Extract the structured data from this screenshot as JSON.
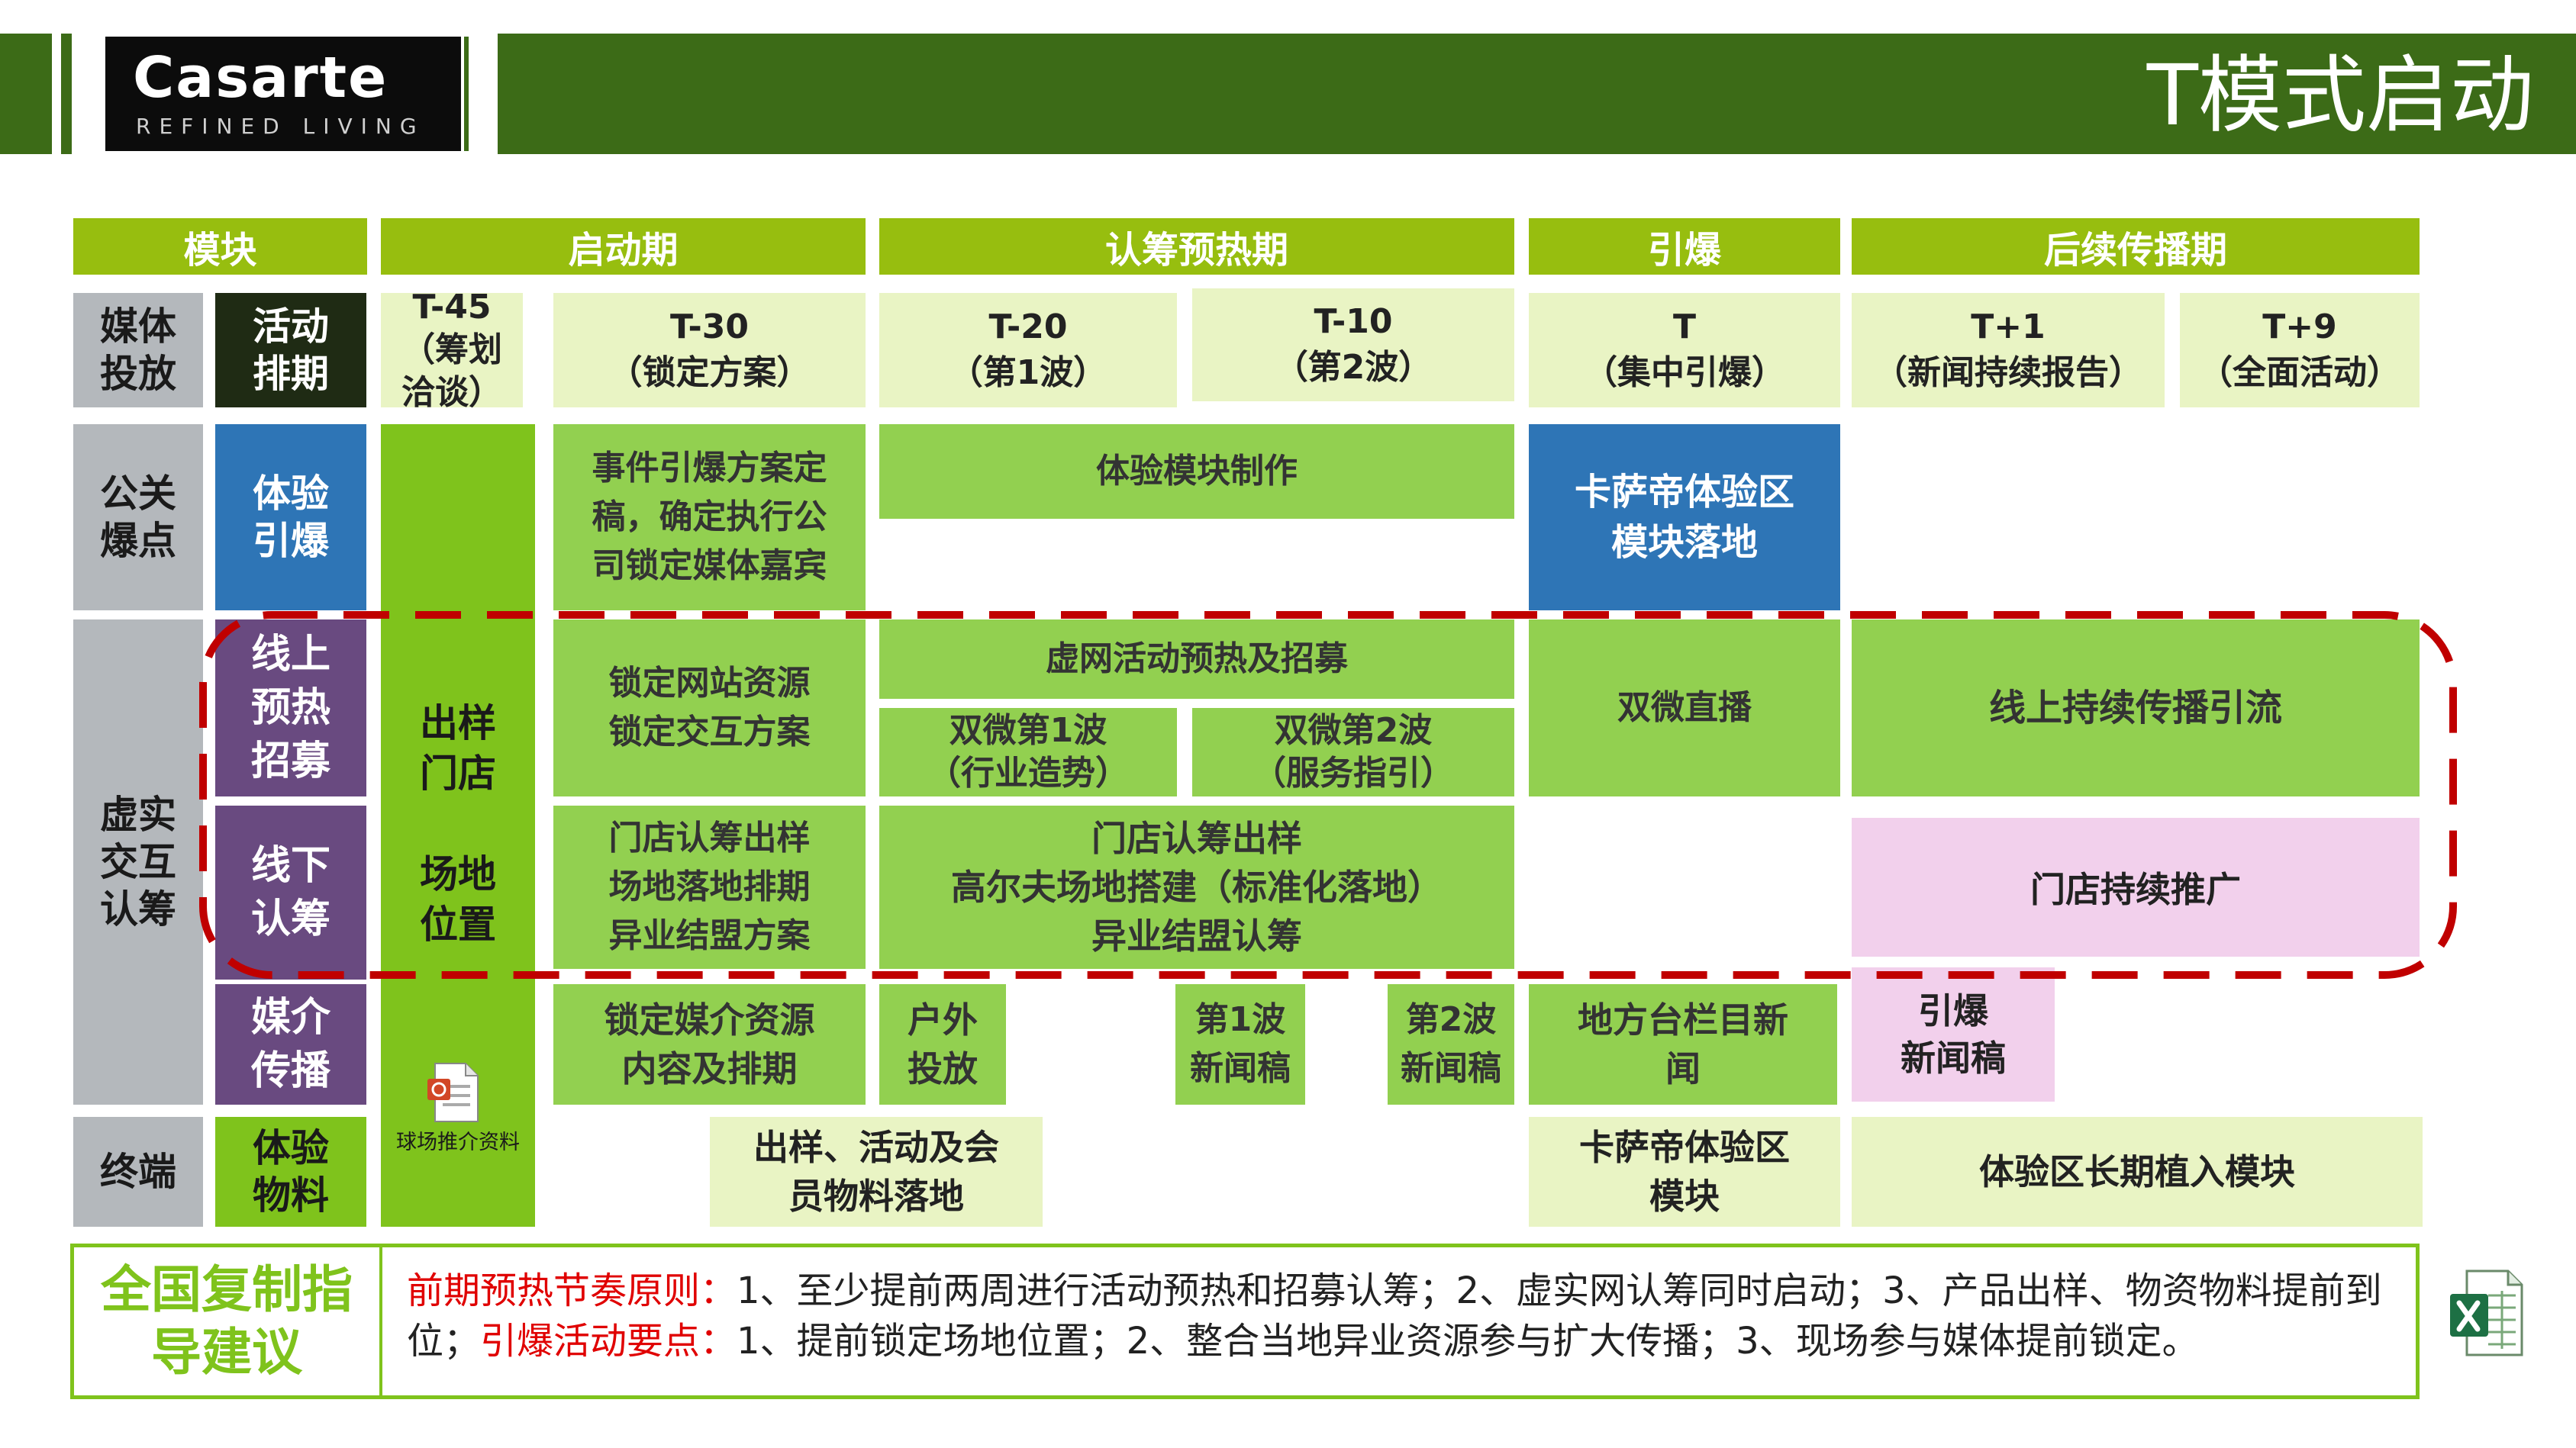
{
  "header": {
    "logo_text": "Casarte",
    "logo_tagline": "REFINED LIVING",
    "title": "T模式启动"
  },
  "phases": {
    "module": "模块",
    "launch": "启动期",
    "preheat": "认筹预热期",
    "ignite": "引爆",
    "spread": "后续传播期"
  },
  "row_groups": {
    "media": [
      "媒体",
      "投放"
    ],
    "pr": [
      "公关",
      "爆点"
    ],
    "virtual": [
      "虚实",
      "交互",
      "认筹"
    ],
    "terminal": "终端"
  },
  "row_labels": {
    "schedule": [
      "活动",
      "排期"
    ],
    "experience": [
      "体验",
      "引爆"
    ],
    "online": [
      "线上",
      "预热",
      "招募"
    ],
    "offline": [
      "线下",
      "认筹"
    ],
    "media_spread": [
      "媒介",
      "传播"
    ],
    "material": [
      "体验",
      "物料"
    ]
  },
  "timeline": {
    "t45": [
      "T-45",
      "（筹划",
      "洽谈）"
    ],
    "t30": [
      "T-30",
      "（锁定方案）"
    ],
    "t20": [
      "T-20",
      "（第1波）"
    ],
    "t10": [
      "T-10",
      "（第2波）"
    ],
    "t": [
      "T",
      "（集中引爆）"
    ],
    "t1": [
      "T+1",
      "（新闻持续报告）"
    ],
    "t9": [
      "T+9",
      "（全面活动）"
    ]
  },
  "store": {
    "lines": [
      "出样",
      "门店",
      "",
      "场地",
      "位置"
    ],
    "file_label": "球场推介资料"
  },
  "cells": {
    "pr_plan": [
      "事件引爆方案定",
      "稿，确定执行公",
      "司锁定媒体嘉宾"
    ],
    "pr_module": "体验模块制作",
    "pr_landing": [
      "卡萨帝体验区",
      "模块落地"
    ],
    "online_lock": [
      "锁定网站资源",
      "锁定交互方案"
    ],
    "online_recruit": "虚网活动预热及招募",
    "online_wave1": [
      "双微第1波",
      "（行业造势）"
    ],
    "online_wave2": [
      "双微第2波",
      "（服务指引）"
    ],
    "online_live": "双微直播",
    "online_spread": "线上持续传播引流",
    "offline_plan": [
      "门店认筹出样",
      "场地落地排期",
      "异业结盟方案"
    ],
    "offline_exec": [
      "门店认筹出样",
      "高尔夫场地搭建（标准化落地）",
      "异业结盟认筹"
    ],
    "offline_store": "门店持续推广",
    "media_lock": [
      "锁定媒介资源",
      "内容及排期"
    ],
    "media_outdoor": [
      "户外",
      "投放"
    ],
    "media_news1": [
      "第1波",
      "新闻稿"
    ],
    "media_news2": [
      "第2波",
      "新闻稿"
    ],
    "media_local": [
      "地方台栏目新",
      "闻"
    ],
    "media_ignite": [
      "引爆",
      "新闻稿"
    ],
    "term_material": [
      "出样、活动及会",
      "员物料落地"
    ],
    "term_module": [
      "卡萨帝体验区",
      "模块"
    ],
    "term_long": "体验区长期植入模块"
  },
  "advice": {
    "label": [
      "全国复制指",
      "导建议"
    ],
    "red1": "前期预热节奏原则：",
    "text1": "1、至少提前两周进行活动预热和招募认筹；2、虚实网认筹同时启动；3、产品出样、物资物料提前到位；",
    "red2": "引爆活动要点：",
    "text2": "1、提前锁定场地位置；2、整合当地异业资源参与扩大传播；3、现场参与媒体提前锁定。"
  },
  "icons": {
    "file": "ppt-file-icon",
    "excel": "excel-file-icon"
  },
  "colors": {
    "header_bar": "#3c6b17",
    "phase_header": "#97be0f",
    "cell_green": "#92d050",
    "cell_light": "#e9f4c4",
    "highlight_blue": "#2e75b6",
    "label_purple": "#694a80",
    "dash_red": "#c00000",
    "pink": "#f2d0ec"
  }
}
